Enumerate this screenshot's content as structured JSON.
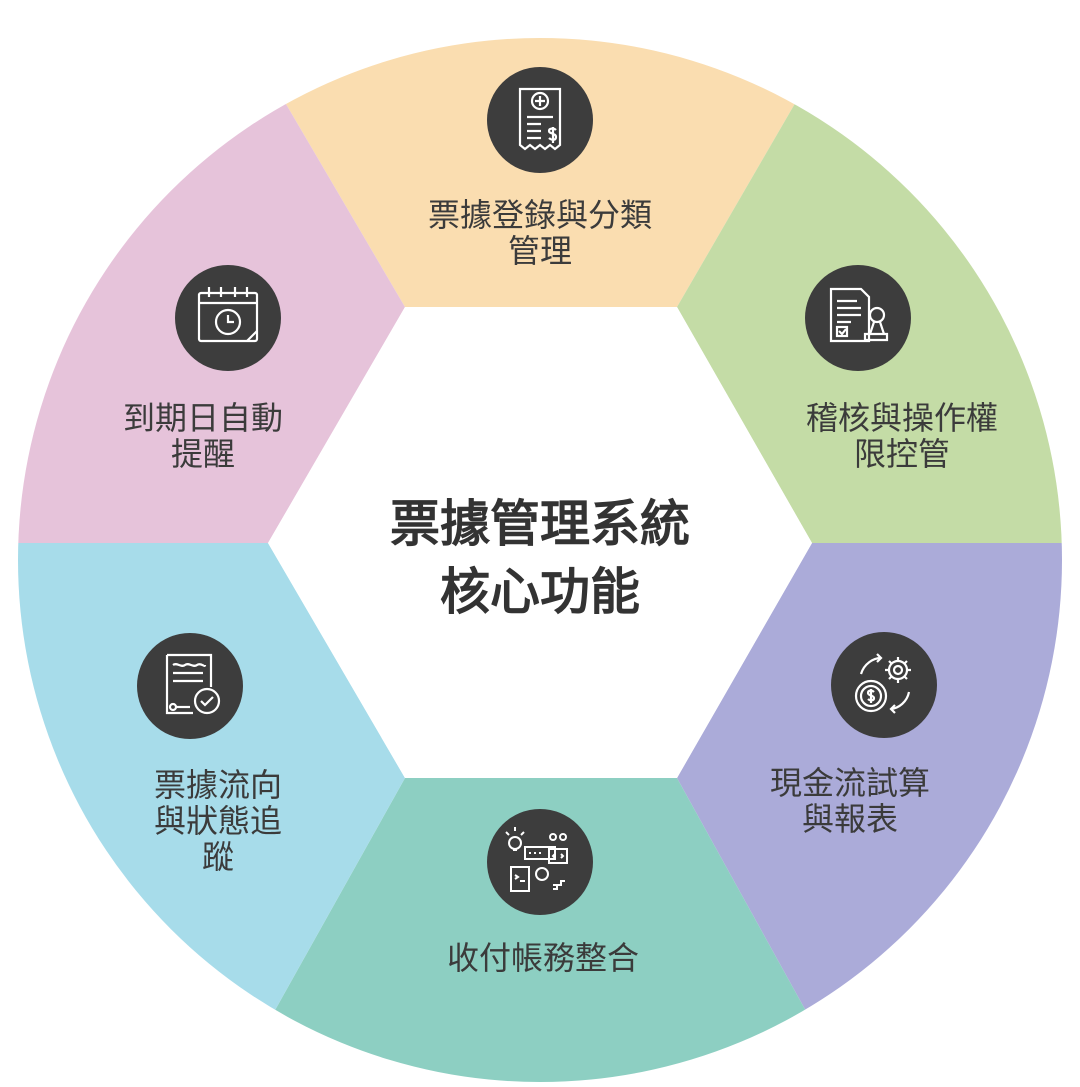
{
  "title": {
    "line1": "票據管理系統",
    "line2": "核心功能"
  },
  "segments": [
    {
      "id": "top",
      "lines": [
        "票據登錄與分類",
        "管理"
      ],
      "color": "#FADDB0",
      "icon": "receipt-medical-icon"
    },
    {
      "id": "top-right",
      "lines": [
        "稽核與操作權",
        "限控管"
      ],
      "color": "#C4DCA6",
      "icon": "document-stamp-icon"
    },
    {
      "id": "bottom-right",
      "lines": [
        "現金流試算",
        "與報表"
      ],
      "color": "#ABABD9",
      "icon": "dollar-gear-cycle-icon"
    },
    {
      "id": "bottom",
      "lines": [
        "收付帳務整合"
      ],
      "color": "#8DCFC2",
      "icon": "integration-code-icon"
    },
    {
      "id": "bottom-left",
      "lines": [
        "票據流向",
        "與狀態追",
        "蹤"
      ],
      "color": "#A7DCEA",
      "icon": "certificate-check-icon"
    },
    {
      "id": "top-left",
      "lines": [
        "到期日自動",
        "提醒"
      ],
      "color": "#E6C3DA",
      "icon": "calendar-clock-icon"
    }
  ],
  "icon_bg": "#3d3d3d"
}
